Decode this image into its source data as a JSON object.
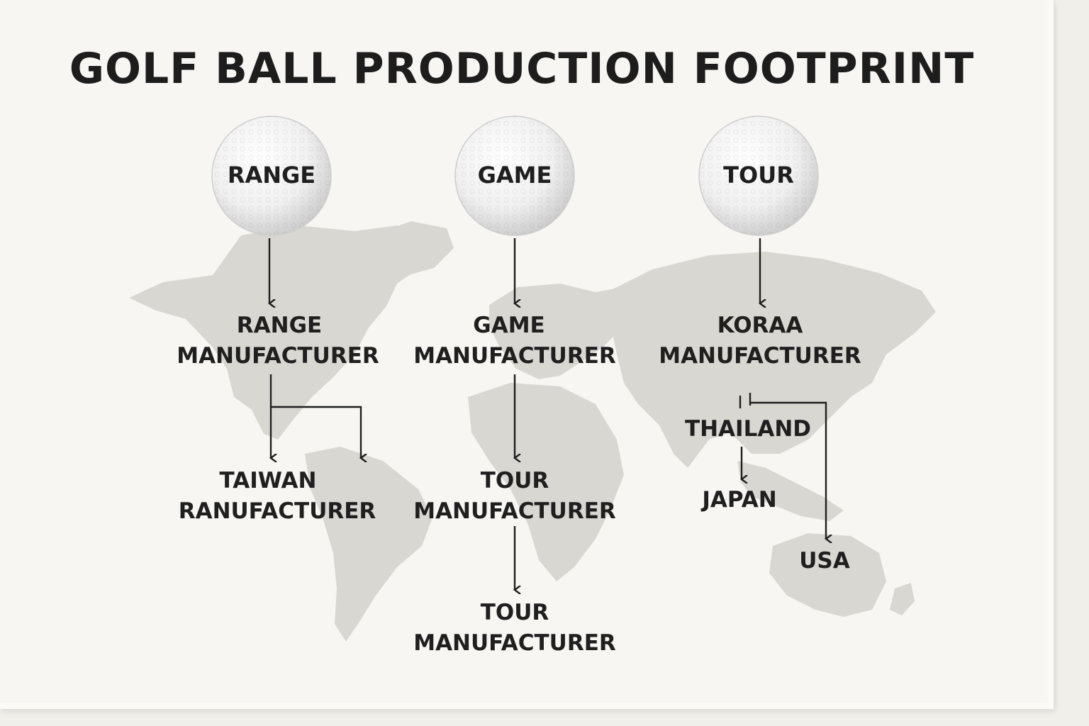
{
  "title": "GOLF BALL PRODUCTION FOOTPRINT",
  "balls": [
    {
      "label": "RANGE"
    },
    {
      "label": "GAME"
    },
    {
      "label": "TOUR"
    }
  ],
  "nodes": {
    "range_mfr": [
      "RANGE",
      "MANUFACTURER"
    ],
    "taiwan_mfr": [
      "TAIWAN",
      "RANUFACTURER"
    ],
    "game_mfr": [
      "GAME",
      "MANUFACTURER"
    ],
    "tour_mfr_1": [
      "TOUR",
      "MANUFACTURER"
    ],
    "tour_mfr_2": [
      "TOUR",
      "MANUFACTURER"
    ],
    "koraa_mfr": [
      "KORAA",
      "MANUFACTURER"
    ],
    "thailand": [
      "THAILAND"
    ],
    "japan": [
      "JAPAN"
    ],
    "usa": [
      "USA"
    ]
  },
  "colors": {
    "map": "#d9d7d2",
    "ink": "#1f1f1f",
    "ball": "#ffffff"
  }
}
